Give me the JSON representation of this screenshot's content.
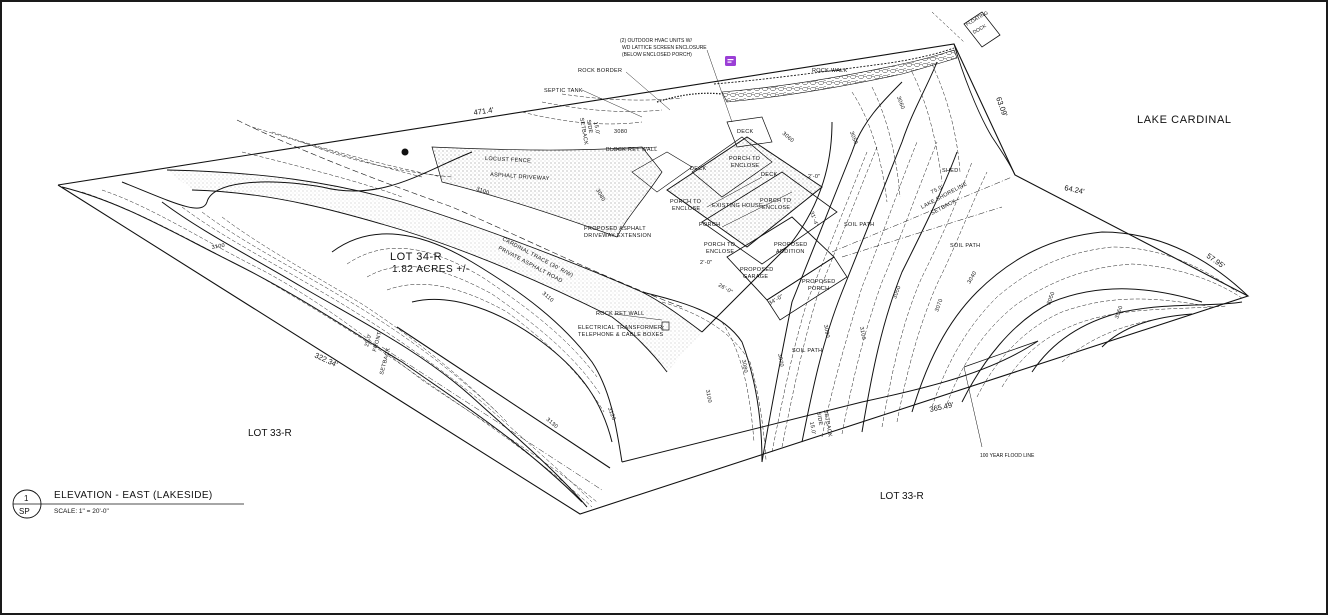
{
  "labels": {
    "lake": "LAKE CARDINAL",
    "lot34": "LOT 34-R",
    "acres": "1.82  ACRES +/-",
    "lot33_left": "LOT 33-R",
    "lot33_right": "LOT 33-R",
    "floating_dock_1": "FLOATING",
    "floating_dock_2": "DOCK",
    "hvac_1": "(2)  OUTDOOR HVAC UNITS W/",
    "hvac_2": "WD LATTICE SCREEN ENCLOSURE",
    "hvac_3": "(BELOW ENCLOSED PORCH)",
    "rock_border": "ROCK BORDER",
    "rock_walk": "ROCK WALK",
    "septic": "SEPTIC TANK",
    "locust_fence": "LOCUST FENCE",
    "asphalt_driveway": "ASPHALT DRIVEWAY",
    "block_ret_wall": "BLOCK RET WALL",
    "deck_1": "DECK",
    "deck_2": "DECK",
    "deck_3": "DECK",
    "porch_enclose_1": "PORCH TO",
    "porch_enclose_2": "ENCLOSE",
    "porch_enclose_left_1": "PORCH TO",
    "porch_enclose_left_2": "ENCLOSE",
    "porch_enclose_right_1": "PORCH TO",
    "porch_enclose_right_2": "ENCLOSE",
    "porch_enclose_low_1": "PORCH TO",
    "porch_enclose_low_2": "ENCLOSE",
    "existing_house": "EXISTING HOUSE",
    "porch": "PORCH",
    "proposed_asphalt_1": "PROPOSED ASPHALT",
    "proposed_asphalt_2": "DRIVEWAY EXTENSION",
    "proposed_addition_1": "PROPOSED",
    "proposed_addition_2": "ADDITION",
    "proposed_garage_1": "PROPOSED",
    "proposed_garage_2": "GARAGE",
    "proposed_porch_1": "PROPOSED",
    "proposed_porch_2": "PORCH",
    "cardinal_trace_1": "CARDINAL TRACE (30' R/W)",
    "cardinal_trace_2": "PRIVATE ASPHALT ROAD",
    "rock_ret_wall": "ROCK RET WALL",
    "transformer_1": "ELECTRICAL TRANSFORMER,",
    "transformer_2": "TELEPHONE & CABLE BOXES",
    "soil_path_1": "SOIL PATH",
    "soil_path_2": "SOIL PATH",
    "soil_path_3": "SOIL PATH",
    "shed": "SHED",
    "lake_setback_1": "75.0'",
    "lake_setback_2": "LAKE SHORELINE",
    "lake_setback_3": "SETBACK",
    "side_setback_1": "15.0'",
    "side_setback_2": "SIDE",
    "side_setback_3": "SETBACK",
    "front_setback_1": "25.0'",
    "front_setback_2": "FRONT",
    "front_setback_3": "SETBACK",
    "side_setback_b_1": "15.0'",
    "side_setback_b_2": "SIDE",
    "side_setback_b_3": "SETBACK",
    "flood_line": "100 YEAR FLOOD LINE",
    "elev_title": "ELEVATION - EAST (LAKESIDE)",
    "scale": "SCALE: 1\" = 20'-0\"",
    "callout_num": "1",
    "callout_sheet": "SP"
  },
  "dimensions": {
    "d1": "471.4'",
    "d2": "63.09'",
    "d3": "64.24'",
    "d4": "57.95'",
    "d5": "322.34'",
    "d6": "365.49'",
    "d7": "2'-0\"",
    "d8": "2'-0\"",
    "d9": "26'-0\"",
    "d10": "34'-0\"",
    "d11": "31'-4\""
  },
  "contours": {
    "c1": "3080",
    "c2": "3100",
    "c3": "3100",
    "c4": "3100",
    "c5": "3080",
    "c6": "3060",
    "c7": "3050",
    "c8": "3060",
    "c9": "3070",
    "c10": "3080",
    "c11": "3090",
    "c12": "3100",
    "c13": "3110",
    "c14": "3120",
    "c15": "3130",
    "c16": "3050",
    "c17": "3040",
    "c18": "3050",
    "c19": "3060",
    "c20": "3070"
  },
  "note_icon": "comment-icon"
}
